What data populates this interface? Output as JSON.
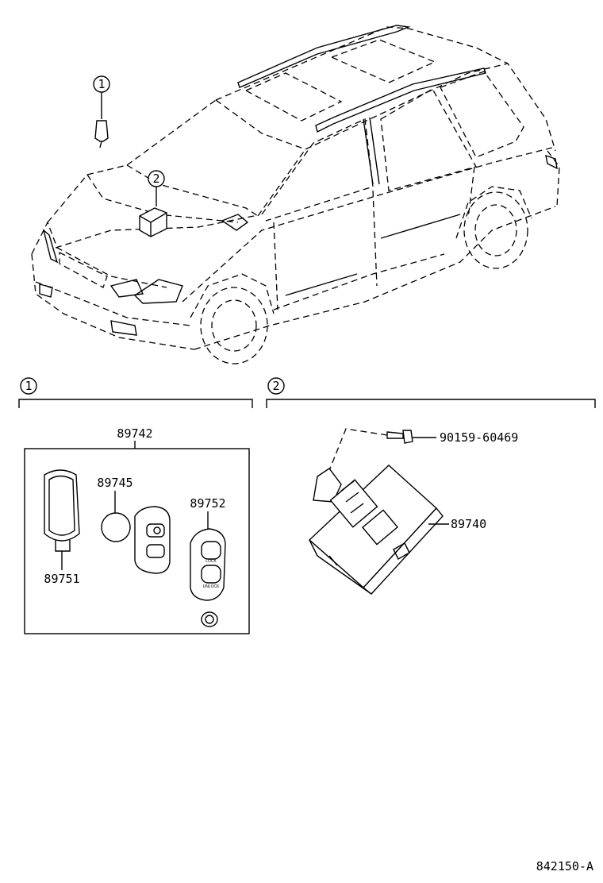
{
  "callouts": {
    "top_1": "1",
    "top_2": "2",
    "section_1": "1",
    "section_2": "2"
  },
  "parts": {
    "kit": "89742",
    "battery": "89745",
    "key_blank": "89751",
    "transmitter_case": "89752",
    "bolt": "90159-60469",
    "receiver": "89740"
  },
  "remote_buttons": {
    "lock": "LOCK",
    "unlock": "UNLOCK"
  },
  "diagram_id": "842150-A"
}
